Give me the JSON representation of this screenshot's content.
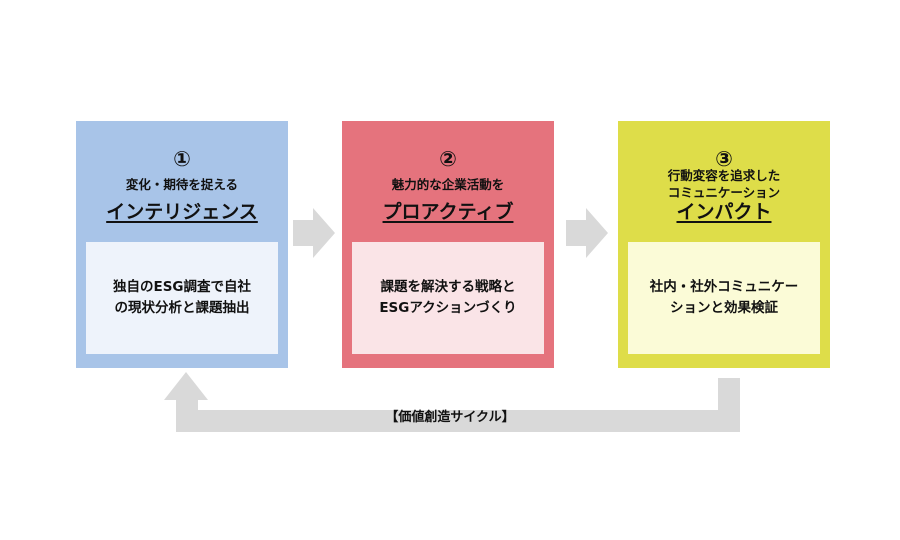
{
  "steps": [
    {
      "number": "①",
      "subtitle": "変化・期待を捉える",
      "title": "インテリジェンス",
      "body": "独自のESG調査で自社\nの現状分析と課題抽出"
    },
    {
      "number": "②",
      "subtitle": "魅力的な企業活動を",
      "title": "プロアクティブ",
      "body": "課題を解決する戦略と\nESGアクションづくり"
    },
    {
      "number": "③",
      "subtitle": "行動変容を追求した\nコミュニケーション",
      "title": "インパクト",
      "body": "社内・社外コミュニケー\nションと効果検証"
    }
  ],
  "cycle_label": "【価値創造サイクル】",
  "colors": {
    "step1": "#a8c4e8",
    "step2": "#e5737d",
    "step3": "#dedd49",
    "step1_inner": "#eef3fb",
    "step2_inner": "#fae4e7",
    "step3_inner": "#fbfbd7",
    "arrow": "#d9d9d9"
  }
}
